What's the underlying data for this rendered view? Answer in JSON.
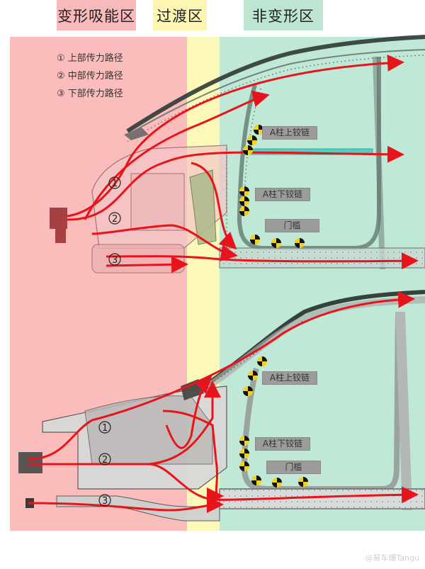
{
  "headers": [
    {
      "label": "变形吸能区",
      "color": "#f8b9b9"
    },
    {
      "label": "过渡区",
      "color": "#fdf6b2"
    },
    {
      "label": "非变形区",
      "color": "#bde6d2"
    }
  ],
  "zones": {
    "deform": {
      "color": "#fbbcbc"
    },
    "transition": {
      "color": "#fcf8b9"
    },
    "rigid": {
      "color": "#bfe8d6"
    }
  },
  "legend": {
    "items": [
      "① 上部传力路径",
      "② 中部传力路径",
      "③ 下部传力路径"
    ]
  },
  "top_diagram": {
    "labels": {
      "a_upper": "A柱上铰链",
      "a_lower": "A柱下铰链",
      "sill": "门槛"
    },
    "path_markers": [
      "①",
      "②",
      "③"
    ]
  },
  "bottom_diagram": {
    "labels": {
      "a_upper": "A柱上铰链",
      "a_lower": "A柱下铰链",
      "sill": "门槛"
    },
    "path_markers": [
      "①",
      "②",
      "③"
    ]
  },
  "colors": {
    "load_path": "#e8141b",
    "body_outline": "#5c6a66",
    "crossbar": "#3fd0c0"
  },
  "watermark": "@易车爆Tangu"
}
